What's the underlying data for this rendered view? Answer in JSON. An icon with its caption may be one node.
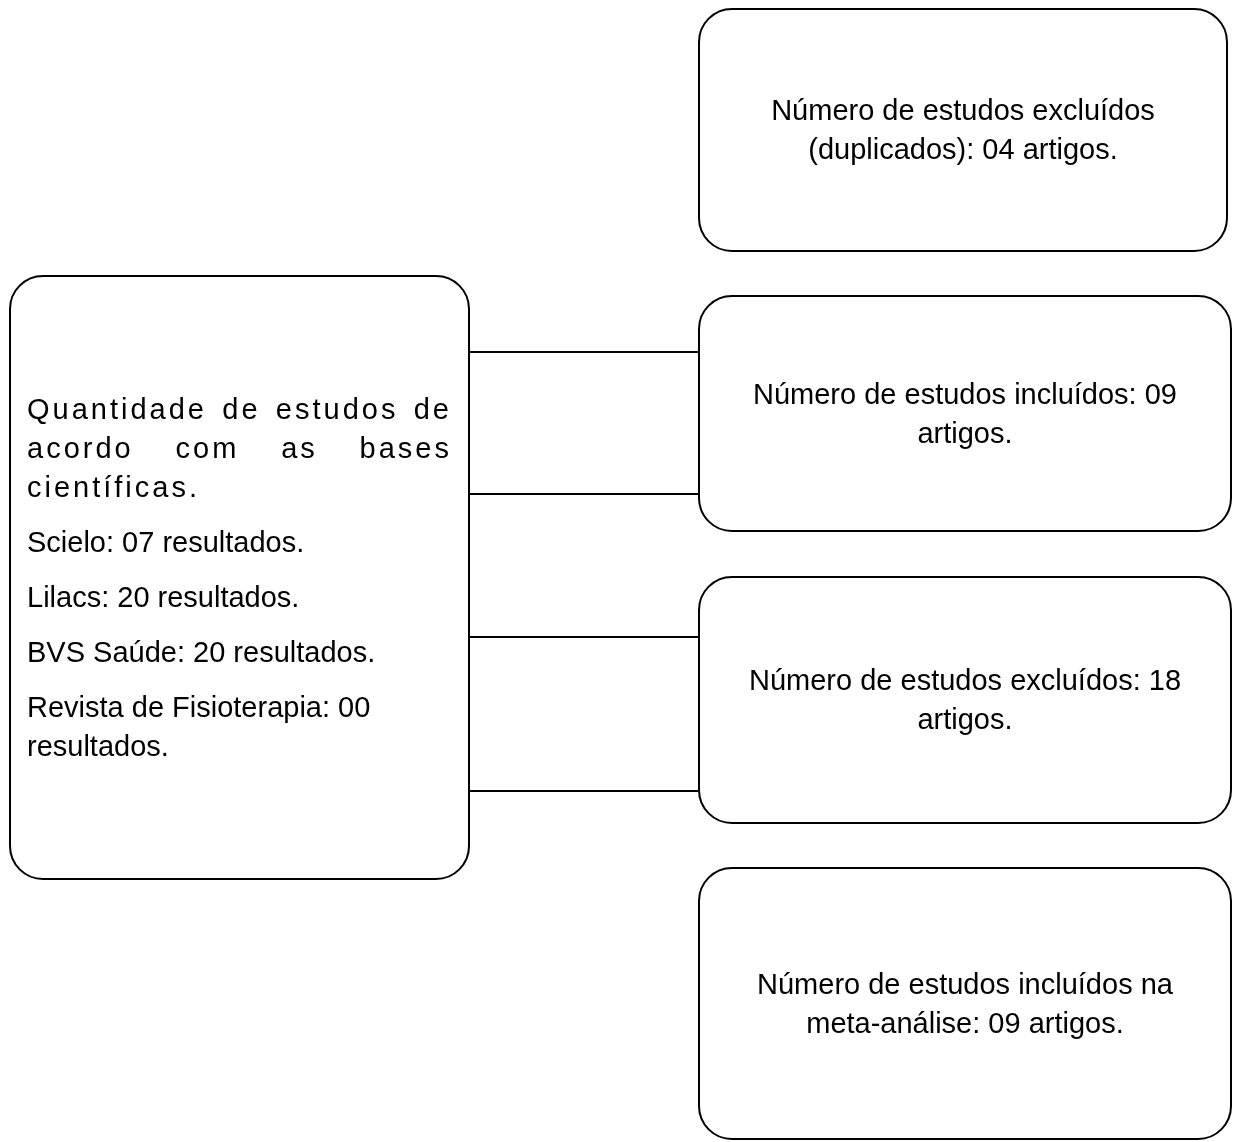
{
  "diagram": {
    "nodes": [
      {
        "text": [
          "Número de estudos excluídos (duplicados): 04 artigos."
        ]
      },
      {
        "text": [
          "Quantidade de estudos de acordo com as bases científicas.",
          "Scielo: 07 resultados.",
          "Lilacs: 20 resultados.",
          "BVS Saúde: 20 resultados.",
          "Revista de Fisioterapia: 00 resultados."
        ]
      },
      {
        "text": [
          "Número de estudos incluídos: 09 artigos."
        ]
      },
      {
        "text": [
          "Número de estudos excluídos: 18 artigos."
        ]
      },
      {
        "text": [
          "Número de estudos incluídos na meta-análise: 09 artigos."
        ]
      }
    ],
    "edges": [
      {
        "from": 1,
        "to": 2,
        "arrow": "none"
      },
      {
        "from": 1,
        "to": 2,
        "arrow": "none"
      },
      {
        "from": 1,
        "to": 3,
        "arrow": "none"
      },
      {
        "from": 1,
        "to": 3,
        "arrow": "none"
      }
    ]
  }
}
